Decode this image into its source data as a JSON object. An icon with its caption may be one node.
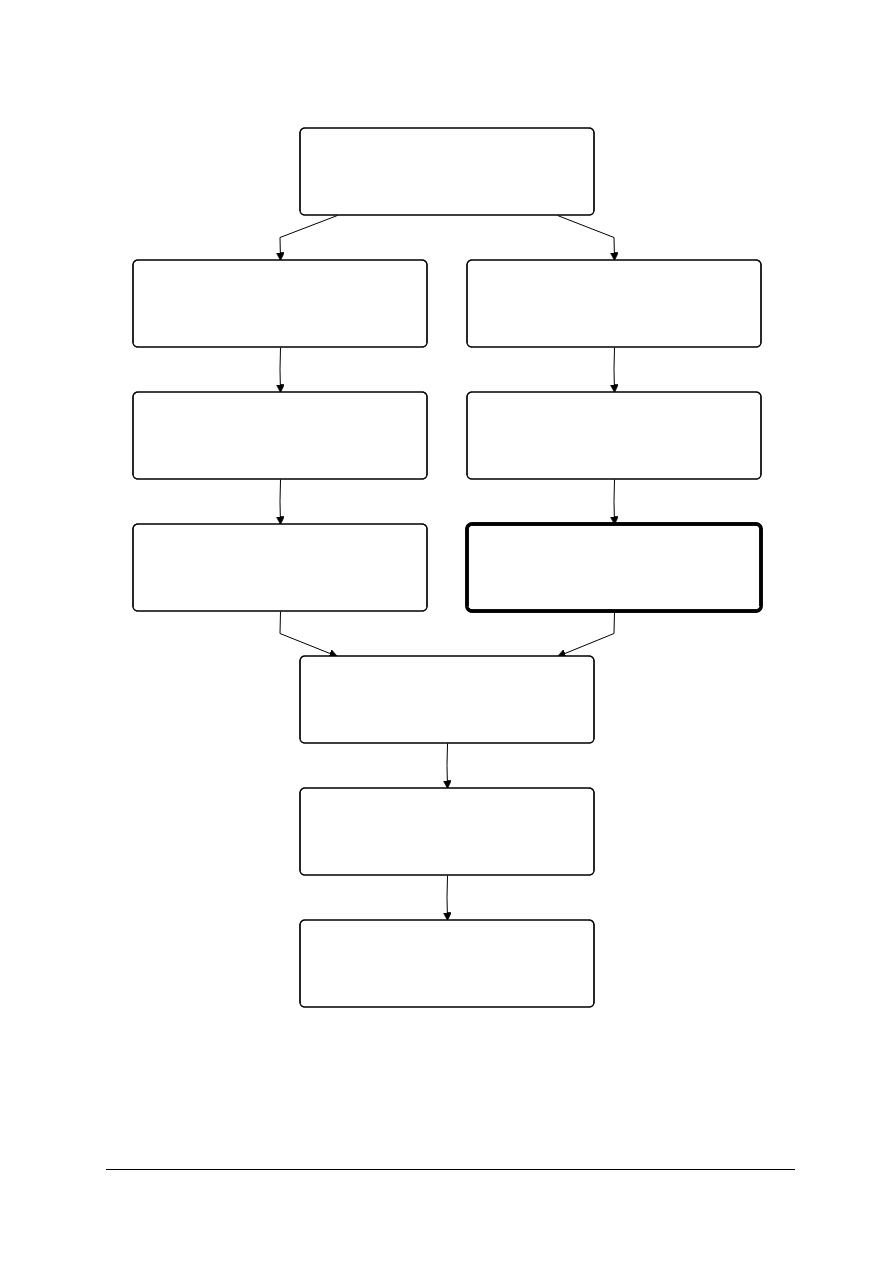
{
  "diagram": {
    "nodes": [
      {
        "text": [],
        "shape": "box"
      },
      {
        "text": [],
        "shape": "box"
      },
      {
        "text": [],
        "shape": "box"
      },
      {
        "text": [],
        "shape": "box"
      },
      {
        "text": [],
        "shape": "box"
      },
      {
        "text": [],
        "shape": "box"
      },
      {
        "text": [],
        "shape": "box"
      },
      {
        "text": [],
        "shape": "box"
      },
      {
        "text": [],
        "shape": "box"
      },
      {
        "text": [],
        "shape": "box"
      }
    ],
    "edges": [
      {
        "from": 0,
        "to": 1,
        "arrow": "to"
      },
      {
        "from": 0,
        "to": 2,
        "arrow": "to"
      },
      {
        "from": 1,
        "to": 3,
        "arrow": "to"
      },
      {
        "from": 2,
        "to": 4,
        "arrow": "to"
      },
      {
        "from": 3,
        "to": 5,
        "arrow": "to"
      },
      {
        "from": 4,
        "to": 6,
        "arrow": "to"
      },
      {
        "from": 5,
        "to": 7,
        "arrow": "to"
      },
      {
        "from": 6,
        "to": 7,
        "arrow": "to"
      },
      {
        "from": 7,
        "to": 8,
        "arrow": "to"
      },
      {
        "from": 8,
        "to": 9,
        "arrow": "to"
      }
    ]
  }
}
